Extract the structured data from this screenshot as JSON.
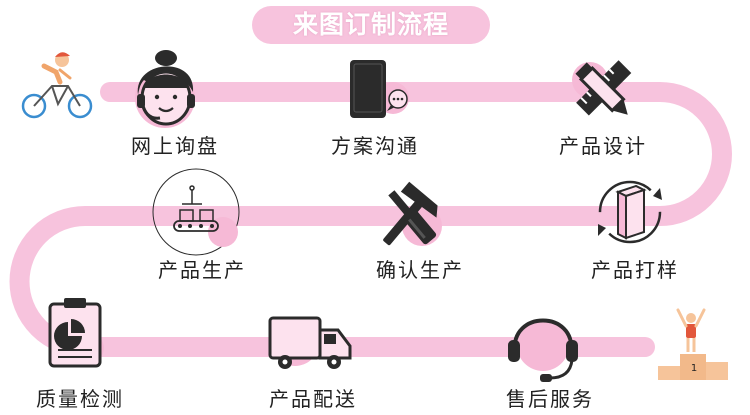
{
  "title": "来图订制流程",
  "colors": {
    "track": "#f7c3dd",
    "pink_circle": "#f6b9d6",
    "icon_dark": "#2b2b2b",
    "text": "#222222",
    "podium": "#f2b98a"
  },
  "steps": [
    {
      "label": "网上询盘",
      "icon": "customer-service-headset-icon"
    },
    {
      "label": "方案沟通",
      "icon": "phone-chat-icon"
    },
    {
      "label": "产品设计",
      "icon": "pencil-ruler-icon"
    },
    {
      "label": "产品打样",
      "icon": "box-refresh-icon"
    },
    {
      "label": "确认生产",
      "icon": "hammer-screwdriver-icon"
    },
    {
      "label": "产品生产",
      "icon": "conveyor-belt-icon"
    },
    {
      "label": "质量检测",
      "icon": "clipboard-chart-icon"
    },
    {
      "label": "产品配送",
      "icon": "delivery-truck-icon"
    },
    {
      "label": "售后服务",
      "icon": "support-headset-icon"
    }
  ],
  "decorations": {
    "start": "cyclist-icon",
    "finish": "podium-winner-icon",
    "podium_rank": "1"
  }
}
